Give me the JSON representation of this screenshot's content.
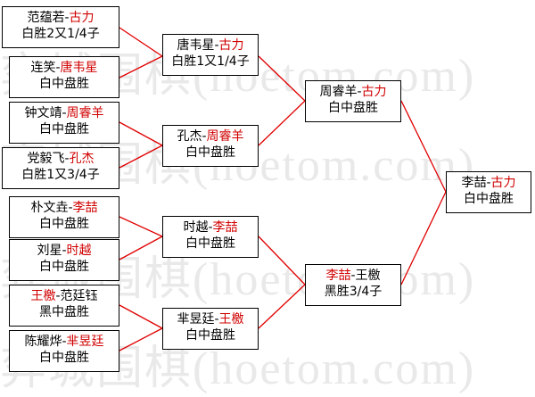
{
  "watermark": [
    "弈城围棋(hoetom.com)",
    "弈城围棋(hoetom.com)",
    "弈城围棋(hoetom.com)",
    "弈城围棋(hoetom.com)"
  ],
  "colors": {
    "winner": "#d00000",
    "line": "#e00000",
    "box_border": "#000000"
  },
  "round1": [
    {
      "p1": "范蕴若",
      "sep": "-",
      "p2": "古力",
      "winner": "p2",
      "result": "白胜2又1/4子"
    },
    {
      "p1": "连笑",
      "sep": "-",
      "p2": "唐韦星",
      "winner": "p2",
      "result": "白中盘胜"
    },
    {
      "p1": "钟文靖",
      "sep": "-",
      "p2": "周睿羊",
      "winner": "p2",
      "result": "白中盘胜"
    },
    {
      "p1": "党毅飞",
      "sep": "-",
      "p2": "孔杰",
      "winner": "p2",
      "result": "白胜1又3/4子"
    },
    {
      "p1": "朴文垚",
      "sep": "-",
      "p2": "李喆",
      "winner": "p2",
      "result": "白中盘胜"
    },
    {
      "p1": "刘星",
      "sep": "-",
      "p2": "时越",
      "winner": "p2",
      "result": "白中盘胜"
    },
    {
      "p1": "王檄",
      "sep": "-",
      "p2": "范廷钰",
      "winner": "p1",
      "result": "黑中盘胜"
    },
    {
      "p1": "陈耀烨",
      "sep": "-",
      "p2": "芈昱廷",
      "winner": "p2",
      "result": "白中盘胜"
    }
  ],
  "round2": [
    {
      "p1": "唐韦星",
      "sep": "-",
      "p2": "古力",
      "winner": "p2",
      "result": "白胜1又1/4子"
    },
    {
      "p1": "孔杰",
      "sep": "-",
      "p2": "周睿羊",
      "winner": "p2",
      "result": "白中盘胜"
    },
    {
      "p1": "时越",
      "sep": "-",
      "p2": "李喆",
      "winner": "p2",
      "result": "白中盘胜"
    },
    {
      "p1": "芈昱廷",
      "sep": "-",
      "p2": "王檄",
      "winner": "p2",
      "result": "白中盘胜"
    }
  ],
  "round3": [
    {
      "p1": "周睿羊",
      "sep": "-",
      "p2": "古力",
      "winner": "p2",
      "result": "白中盘胜"
    },
    {
      "p1": "李喆",
      "sep": "-",
      "p2": "王檄",
      "winner": "p1",
      "result": "黑胜3/4子"
    }
  ],
  "final": [
    {
      "p1": "李喆",
      "sep": "-",
      "p2": "古力",
      "winner": "p2",
      "result": "白中盘胜"
    }
  ]
}
